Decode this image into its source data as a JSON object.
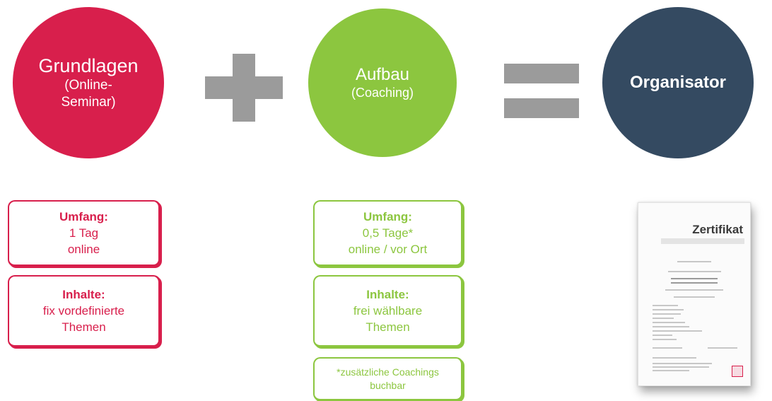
{
  "steps": [
    {
      "title": "Grundlagen",
      "subtitle": "(Online-Seminar)",
      "color": "#d81f4c"
    },
    {
      "title": "Aufbau",
      "subtitle": "(Coaching)",
      "color": "#8cc63f"
    },
    {
      "title": "Organisator",
      "color": "#344a61"
    }
  ],
  "operators": {
    "plus": "plus",
    "equals": "equals",
    "color": "#9b9b9b"
  },
  "grundlagen_boxes": {
    "umfang": {
      "heading": "Umfang:",
      "line1": "1 Tag",
      "line2": "online"
    },
    "inhalte": {
      "heading": "Inhalte:",
      "line1": "fix vordefinierte",
      "line2": "Themen"
    }
  },
  "aufbau_boxes": {
    "umfang": {
      "heading": "Umfang:",
      "line1": "0,5 Tage*",
      "line2": "online / vor Ort"
    },
    "inhalte": {
      "heading": "Inhalte:",
      "line1": "frei wählbare",
      "line2": "Themen"
    },
    "note": {
      "line1": "*zusätzliche Coachings",
      "line2": "buchbar"
    }
  },
  "certificate": {
    "title": "Zertifikat",
    "icon": "certificate-document"
  }
}
